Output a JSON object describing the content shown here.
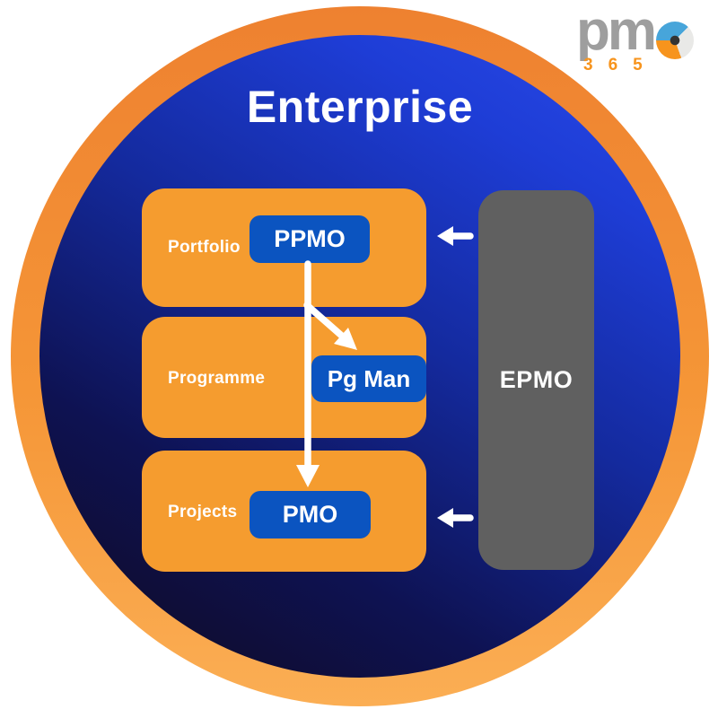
{
  "title": "Enterprise",
  "levels": [
    {
      "label": "Portfolio",
      "office": "PPMO"
    },
    {
      "label": "Programme",
      "office": "Pg Man"
    },
    {
      "label": "Projects",
      "office": "PMO"
    }
  ],
  "epmo_label": "EPMO",
  "arrows": {
    "ppmo_to_pmo": "vertical arrow from PPMO down to PMO",
    "ppmo_to_pg_man": "diagonal arrow branching to Pg Man",
    "epmo_to_portfolio": "left arrow from EPMO to Portfolio level",
    "epmo_to_projects": "left arrow from EPMO to Projects level"
  },
  "logo": {
    "text": "pm",
    "o_icon": "swirl-icon",
    "number": "365"
  },
  "colors": {
    "ring_orange_top": "#EE8130",
    "ring_orange_bottom": "#FBAE54",
    "circle_blue_bright": "#2B4BEA",
    "circle_blue_dark": "#100B28",
    "level_orange": "#F59C2F",
    "office_chip_blue": "#0B54C0",
    "epmo_gray": "#606060",
    "arrow_white": "#FFFFFF",
    "text_white": "#FFFFFF",
    "logo_gray": "#9E9E9E",
    "logo_orange": "#F7941D",
    "swirl_blue": "#47A5DA",
    "swirl_silver": "#E9E9E7"
  }
}
